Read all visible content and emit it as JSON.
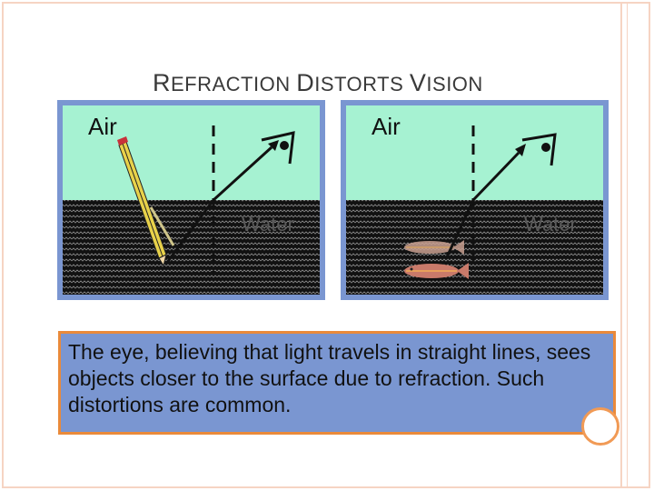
{
  "slide": {
    "title": {
      "part1_initial": "R",
      "part1_rest": "EFRACTION ",
      "part2_initial": "D",
      "part2_rest": "ISTORTS ",
      "part3_initial": "V",
      "part3_rest": "ISION"
    },
    "left_panel": {
      "air_label": "Air",
      "water_label": "Water",
      "object": "pencil"
    },
    "right_panel": {
      "air_label": "Air",
      "water_label": "Water",
      "object": "fish"
    },
    "caption": "The eye, believing that light travels in straight lines, sees objects closer to the surface due to refraction.  Such distortions are common.",
    "colors": {
      "air": "#a6f2d2",
      "water": "#111111",
      "panel_border": "#7a96d1",
      "caption_border": "#ea8a3a",
      "frame_accent": "#f6d4c3"
    },
    "icons": [
      "eye-icon",
      "pencil-icon",
      "fish-icon"
    ]
  }
}
